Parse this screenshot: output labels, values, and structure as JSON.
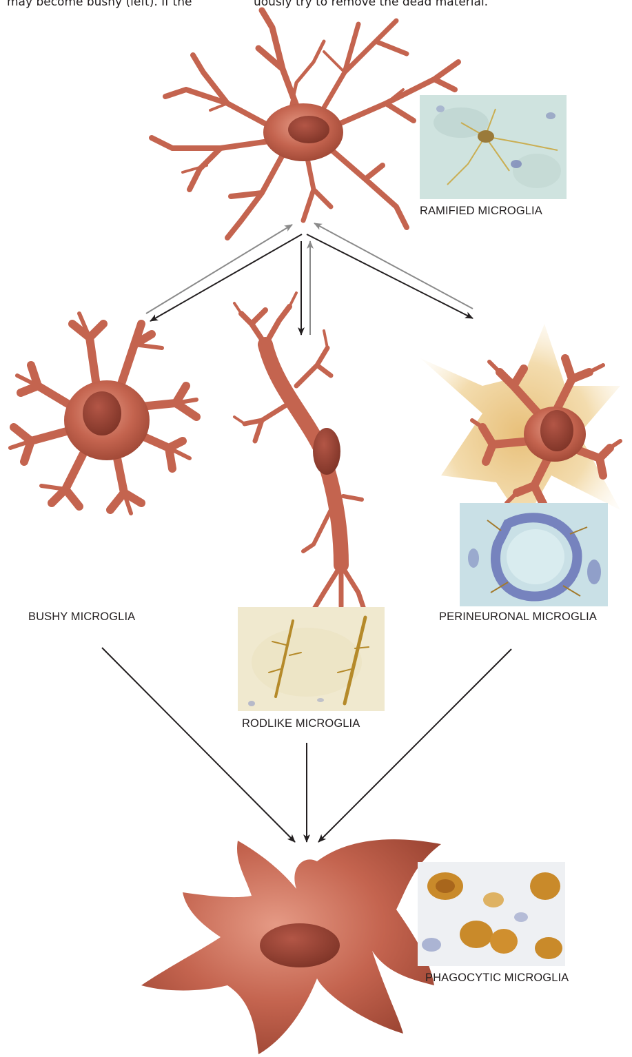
{
  "text_fragments": {
    "left": "may become bushy (left). If the",
    "right": "uously try to remove the dead material."
  },
  "cells": {
    "ramified": {
      "label": "RAMIFIED MICROGLIA",
      "photo": "ramified-photo"
    },
    "bushy": {
      "label": "BUSHY MICROGLIA"
    },
    "rodlike": {
      "label": "RODLIKE MICROGLIA",
      "photo": "rodlike-photo"
    },
    "perineuronal": {
      "label": "PERINEURONAL MICROGLIA",
      "photo": "perineuronal-photo"
    },
    "phagocytic": {
      "label": "PHAGOCYTIC MICROGLIA",
      "photo": "phagocytic-photo"
    }
  },
  "colors": {
    "cell_body": "#c4644f",
    "cell_shadow": "#8e3b2c",
    "nucleus": "#9b4436",
    "neuron_halo": "#f2dfb4",
    "arrow_forward": "#231f20",
    "arrow_return": "#8a8a8a",
    "caption_text": "#231f20"
  }
}
